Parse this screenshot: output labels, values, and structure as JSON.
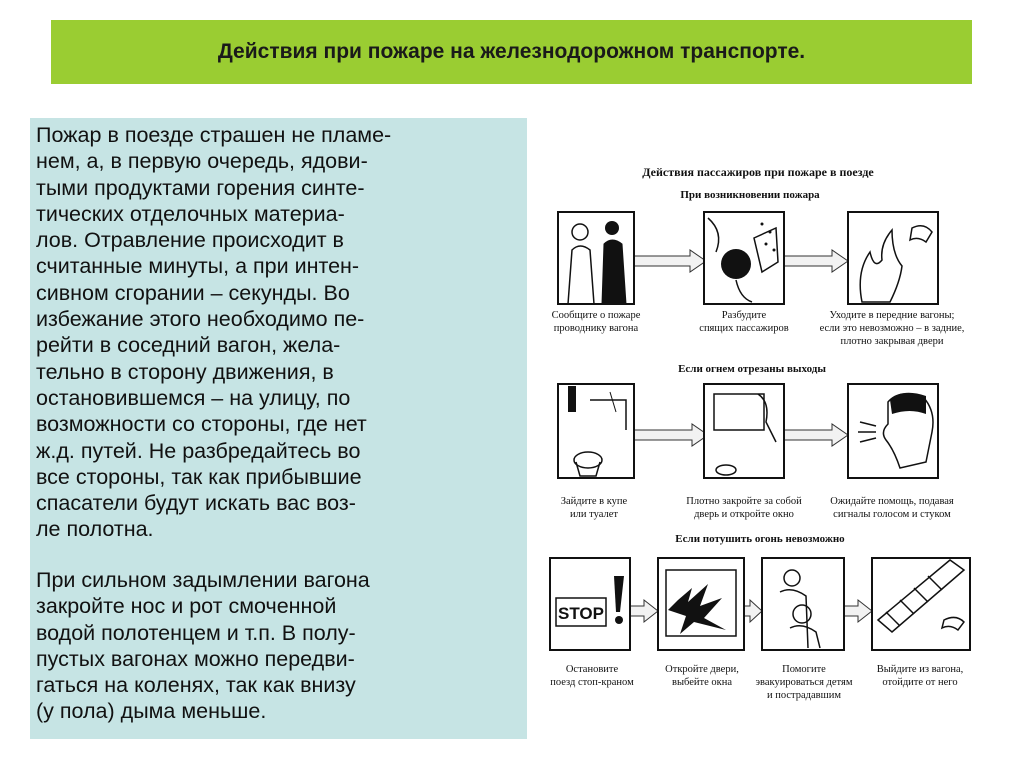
{
  "header": {
    "title": "Действия при пожаре на железнодорожном транспорте."
  },
  "text": {
    "paragraph1": [
      "Пожар в поезде страшен не пламе-",
      "нем, а, в первую очередь, ядови-",
      "тыми продуктами горения синте-",
      "тических отделочных материа-",
      "лов. Отравление происходит в",
      "считанные минуты, а при интен-",
      "сивном сгорании – секунды. Во",
      "избежание этого необходимо пе-",
      "рейти в соседний вагон, жела-",
      "тельно в сторону движения, в",
      "остановившемся – на улицу, по",
      "возможности со стороны, где нет",
      "ж.д. путей. Не разбредайтесь во",
      "все стороны, так как прибывшие",
      "спасатели будут искать вас воз-",
      "ле полотна."
    ],
    "paragraph2": [
      "При сильном задымлении вагона",
      "закройте нос и рот смоченной",
      "водой полотенцем и т.п. В полу-",
      "пустых вагонах можно передви-",
      "гаться на коленях, так как внизу",
      "(у пола) дыма меньше."
    ]
  },
  "figure": {
    "title": "Действия пассажиров при пожаре в поезде",
    "sections": [
      {
        "heading": "При возникновении пожара",
        "captions": [
          [
            "Сообщите о пожаре",
            "проводнику вагона"
          ],
          [
            "Разбудите",
            "спящих пассажиров"
          ],
          [
            "Уходите в передние вагоны;",
            "если это невозможно – в задние,",
            "плотно закрывая двери"
          ]
        ]
      },
      {
        "heading": "Если огнем отрезаны выходы",
        "captions": [
          [
            "Зайдите в купе",
            "или туалет"
          ],
          [
            "Плотно закройте за собой",
            "дверь и откройте окно"
          ],
          [
            "Ожидайте помощь, подавая",
            "сигналы голосом и стуком"
          ]
        ]
      },
      {
        "heading": "Если потушить огонь невозможно",
        "captions": [
          [
            "Остановите",
            "поезд стоп-краном"
          ],
          [
            "Откройте двери,",
            "выбейте окна"
          ],
          [
            "Помогите",
            "эвакуироваться детям",
            "и пострадавшим"
          ],
          [
            "Выйдите из вагона,",
            "отойдите от него"
          ]
        ],
        "stop_sign": "STOP"
      }
    ]
  }
}
